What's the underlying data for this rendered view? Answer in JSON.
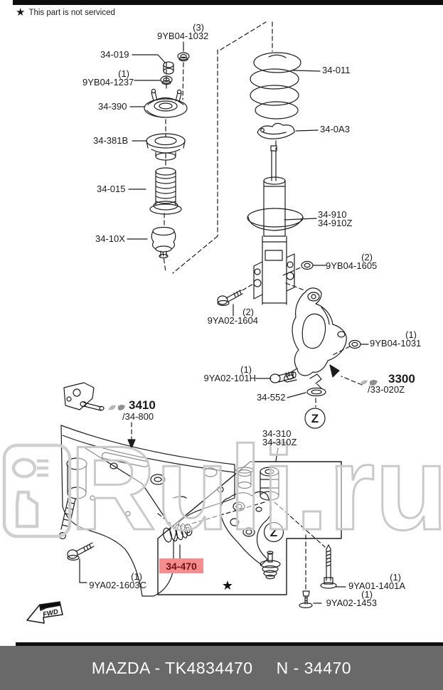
{
  "legend": {
    "star": "★",
    "text": "This part is not serviced"
  },
  "watermark": {
    "text": "Ruli.ru"
  },
  "zone_marker": "Z",
  "fwd_label": "FWD",
  "diagram_star": "★",
  "colors": {
    "highlight_bg": "#f58c8e",
    "highlight_fg": "#6e1216",
    "footer_bg": "#696969"
  },
  "labels": {
    "nut_top_mount": {
      "qty": "(3)",
      "part": "9YB04-1032"
    },
    "washer_cap": {
      "part": "34-019"
    },
    "nut_mount": {
      "qty": "(1)",
      "part": "9YB04-1237"
    },
    "strut_mount": {
      "part": "34-390"
    },
    "bearing": {
      "part": "34-381B"
    },
    "dust_boot": {
      "part": "34-015"
    },
    "bump_stop": {
      "part": "34-10X"
    },
    "coil_spring": {
      "part": "34-011"
    },
    "spring_seat": {
      "part": "34-0A3"
    },
    "strut": {
      "part": "34-910",
      "part2": "34-910Z"
    },
    "nut_strut_bolt": {
      "qty": "(2)",
      "part": "9YB04-1605"
    },
    "bolt_strut": {
      "qty": "(2)",
      "part": "9YA02-1604"
    },
    "nut_knuckle": {
      "qty": "(1)",
      "part": "9YB04-1031"
    },
    "bolt_knuckle": {
      "qty": "(1)",
      "part": "9YA02-101H"
    },
    "clip": {
      "part": "34-552"
    },
    "ref_knuckle": {
      "part": "3300",
      "sub": "/33-020Z"
    },
    "ref_subframe": {
      "part": "3410",
      "sub": "/34-800"
    },
    "control_arm": {
      "part": "34-310",
      "part2": "34-310Z"
    },
    "bolt_subframe": {
      "qty": "(1)",
      "part": "9YA02-1603C"
    },
    "bolt_arm_rear": {
      "qty": "(1)",
      "part": "9YA01-1401A"
    },
    "bolt_arm_front": {
      "qty": "(1)",
      "part": "9YA02-1453"
    },
    "highlighted_part": {
      "part": "34-470"
    }
  },
  "footer": {
    "left": "MAZDA - TK4834470",
    "right": "N - 34470"
  }
}
